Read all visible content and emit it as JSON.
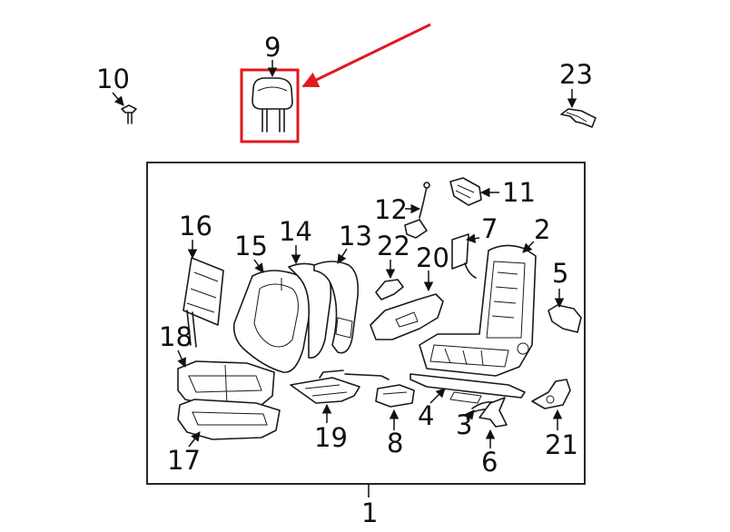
{
  "colors": {
    "line": "#1a1a1a",
    "highlight": "#e0191f",
    "background": "#ffffff"
  },
  "callouts": {
    "c1": "1",
    "c2": "2",
    "c3": "3",
    "c4": "4",
    "c5": "5",
    "c6": "6",
    "c7": "7",
    "c8": "8",
    "c9": "9",
    "c10": "10",
    "c11": "11",
    "c12": "12",
    "c13": "13",
    "c14": "14",
    "c15": "15",
    "c16": "16",
    "c17": "17",
    "c18": "18",
    "c19": "19",
    "c20": "20",
    "c21": "21",
    "c22": "22",
    "c23": "23"
  },
  "highlighted_part": "9"
}
